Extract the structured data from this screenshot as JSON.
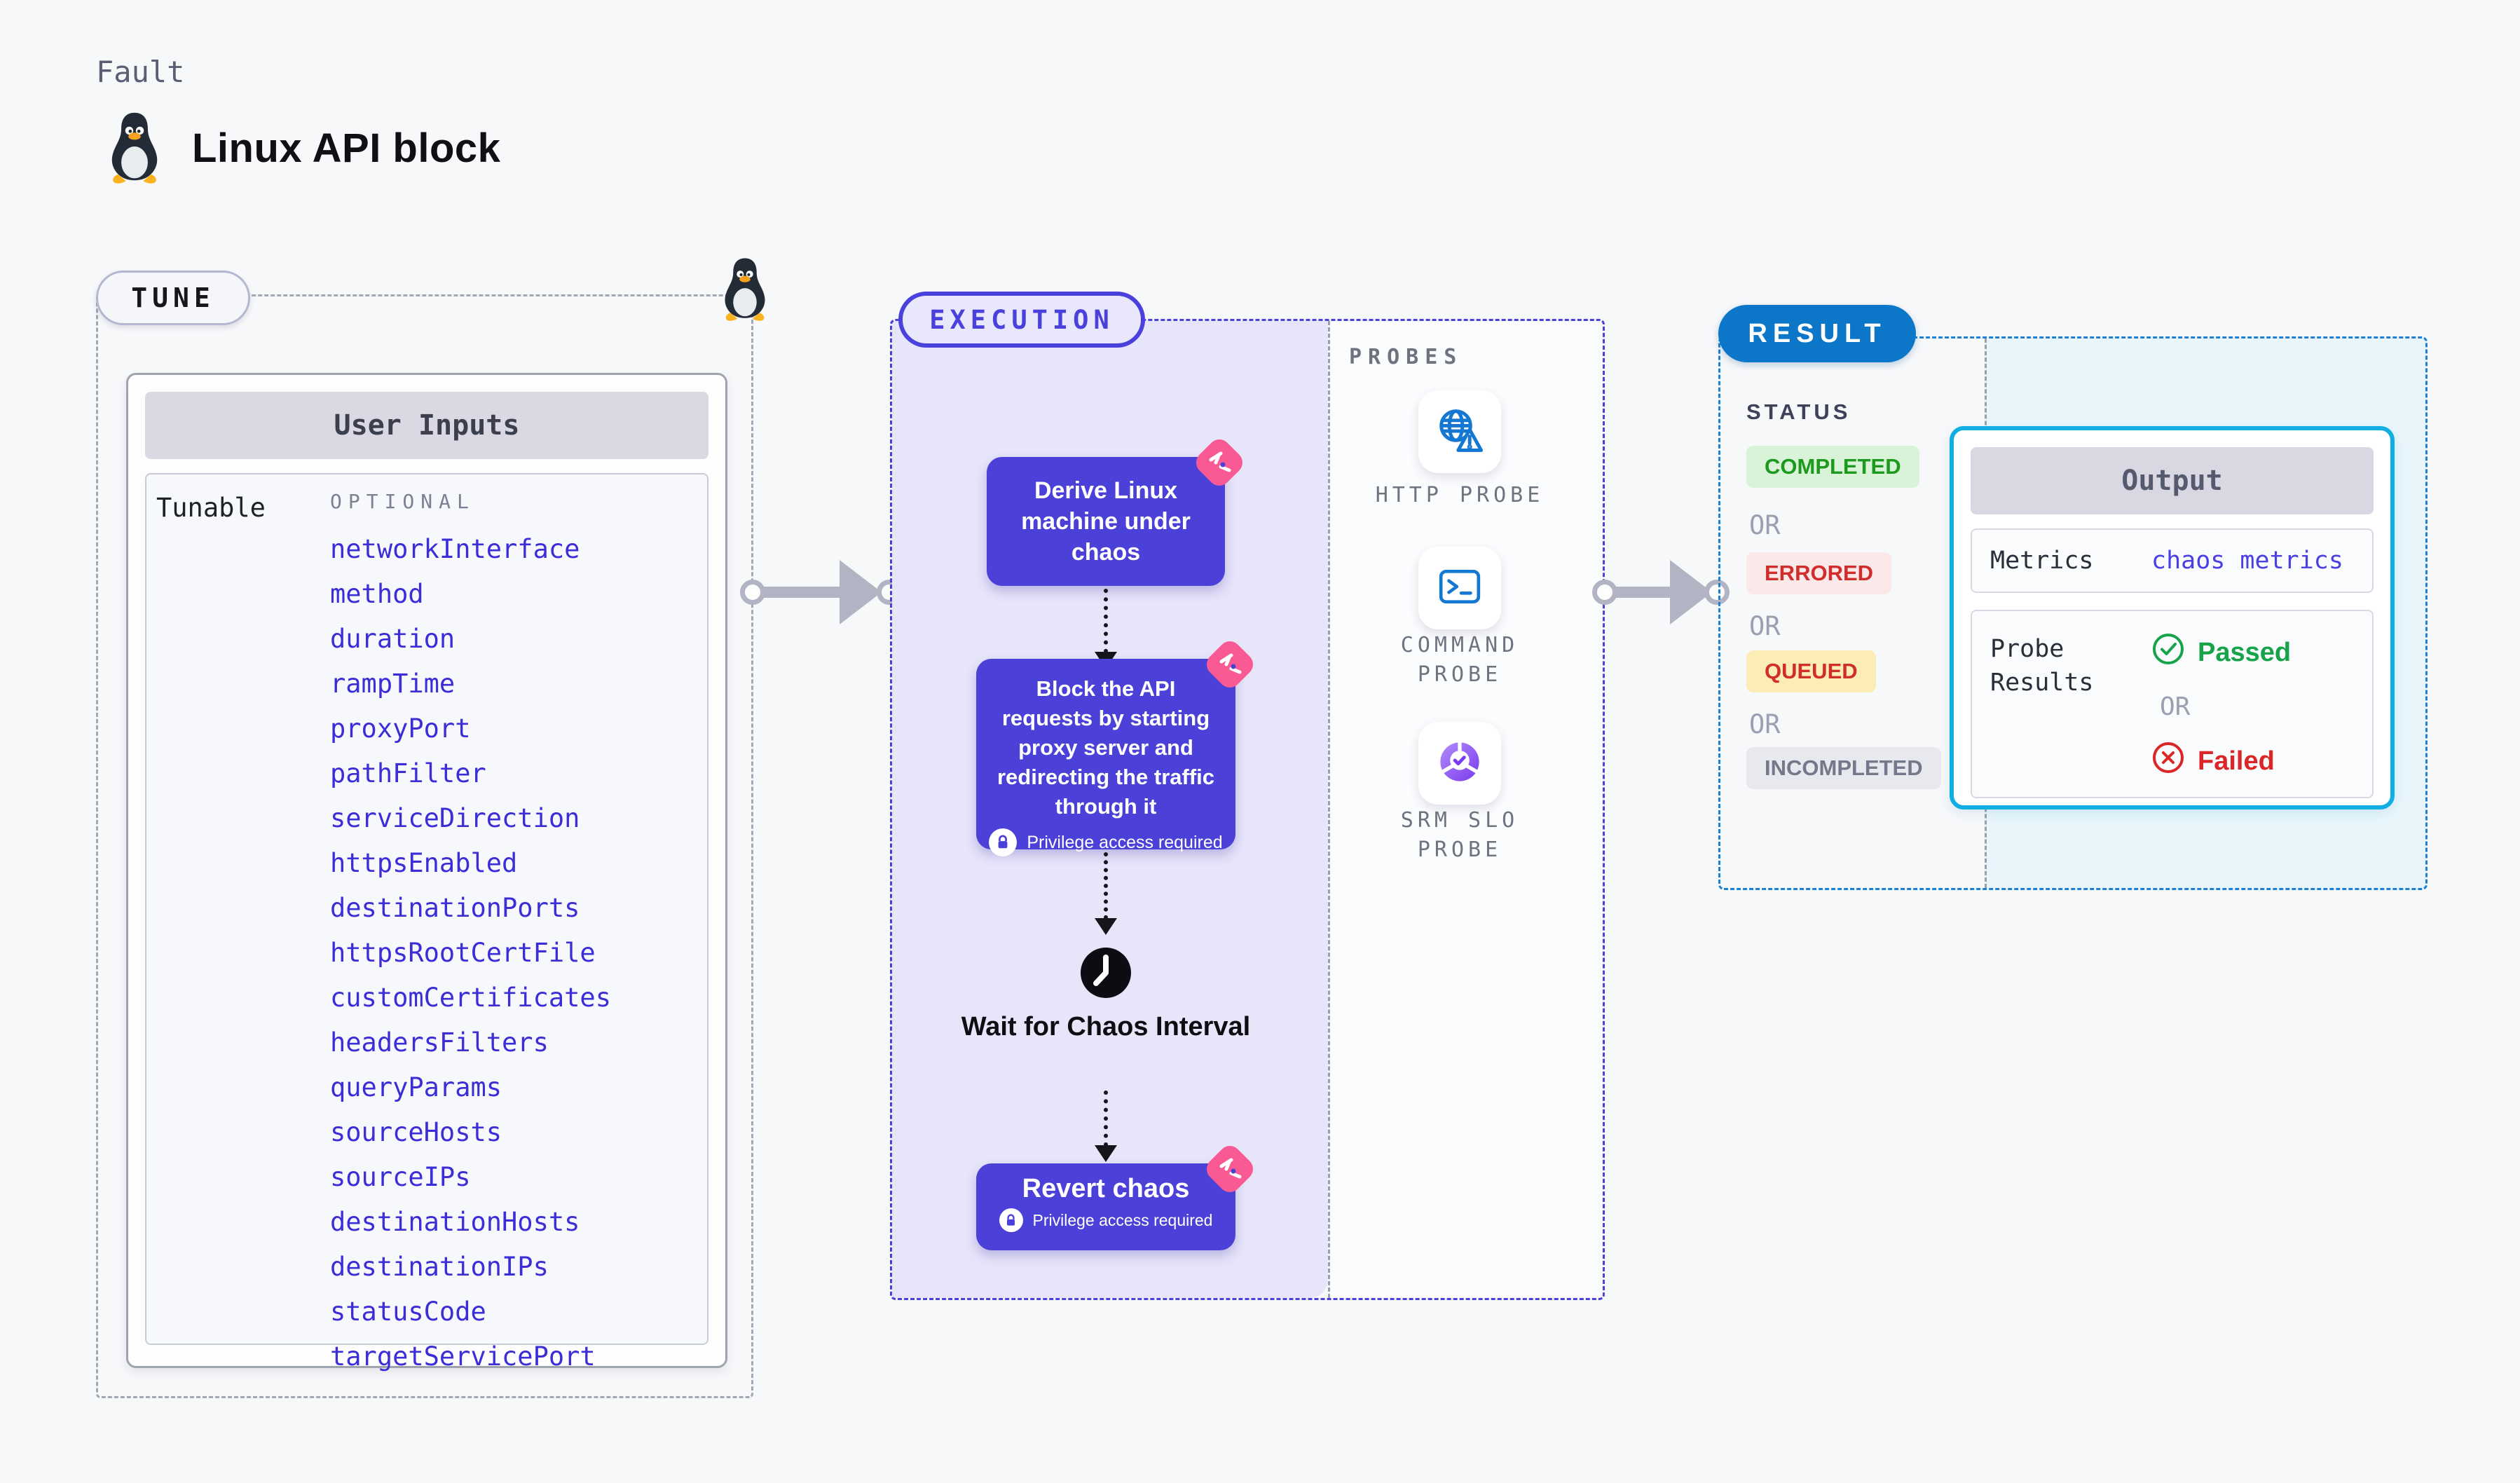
{
  "header": {
    "eyebrow": "Fault",
    "title": "Linux API block",
    "icon": "tux-linux-icon"
  },
  "tune": {
    "pill_label": "TUNE",
    "icon": "tux-linux-icon",
    "user_inputs": {
      "header": "User Inputs",
      "row_label": "Tunable",
      "optional_label": "OPTIONAL",
      "params": [
        "networkInterface",
        "method",
        "duration",
        "rampTime",
        "proxyPort",
        "pathFilter",
        "serviceDirection",
        "httpsEnabled",
        "destinationPorts",
        "httpsRootCertFile",
        "customCertificates",
        "headersFilters",
        "queryParams",
        "sourceHosts",
        "sourceIPs",
        "destinationHosts",
        "destinationIPs",
        "statusCode",
        "targetServicePort"
      ]
    }
  },
  "execution": {
    "pill_label": "EXECUTION",
    "steps": {
      "derive": "Derive Linux machine under chaos",
      "block": "Block the API requests by starting proxy server and redirecting the traffic through it",
      "wait": "Wait for Chaos Interval",
      "revert": "Revert chaos",
      "privilege_note": "Privilege access required",
      "lock_icon": "lock-icon",
      "clock_icon": "clock-icon",
      "chaos_badge_icon": "chaos-badge-icon"
    },
    "probes": {
      "label": "PROBES",
      "items": [
        {
          "name": "HTTP PROBE",
          "icon": "globe-alert-icon"
        },
        {
          "name": "COMMAND PROBE",
          "icon": "terminal-icon"
        },
        {
          "name": "SRM SLO PROBE",
          "icon": "slo-donut-check-icon"
        }
      ]
    }
  },
  "result": {
    "pill_label": "RESULT",
    "status": {
      "label": "STATUS",
      "or_label": "OR",
      "badges": [
        {
          "text": "COMPLETED"
        },
        {
          "text": "ERRORED"
        },
        {
          "text": "QUEUED"
        },
        {
          "text": "INCOMPLETED"
        }
      ]
    },
    "output": {
      "header": "Output",
      "metrics_label": "Metrics",
      "metrics_value": "chaos metrics",
      "probe_results_label": "Probe Results",
      "passed_label": "Passed",
      "or_label": "OR",
      "failed_label": "Failed",
      "passed_icon": "check-circle-icon",
      "failed_icon": "x-circle-icon"
    }
  },
  "colors": {
    "page_bg": "#f7f8fa",
    "action_box": "#4b41d8",
    "execution_accent": "#4a41dd",
    "execution_fill": "#e7e5fa",
    "result_accent": "#0c77c9",
    "output_border": "#10aee3",
    "output_panel_bg": "#e8f6fc",
    "param_text": "#3b2ed8",
    "chaos_badge": "#fa5a94",
    "completed_green": "#1d9a1d",
    "error_red": "#d22d2d",
    "passed_green": "#17a34a",
    "failed_red": "#dc2626"
  }
}
